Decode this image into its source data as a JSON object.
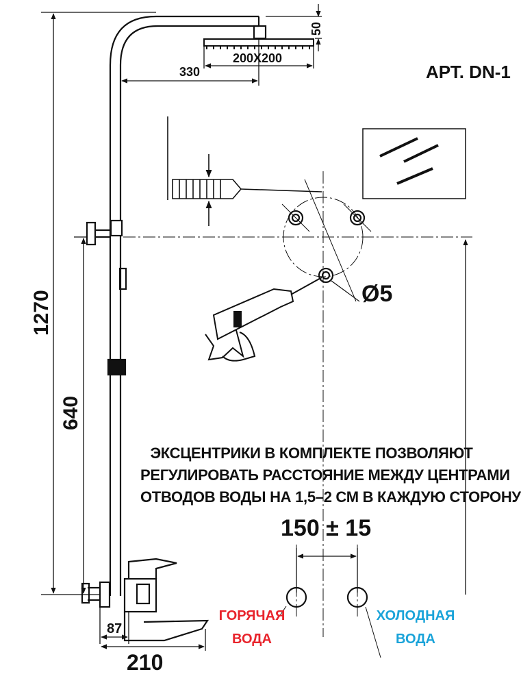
{
  "article": "АРТ. DN-1",
  "dimensions": {
    "head_height": "50",
    "head_size": "200X200",
    "arm_reach": "330",
    "total_height": "1270",
    "mixer_height": "640",
    "spout_depth": "87",
    "spout_length": "210",
    "drill_diameter": "Ø5",
    "center_distance": "150 ± 15"
  },
  "note": {
    "lines": [
      "ЭКСЦЕНТРИКИ В КОМПЛЕКТЕ ПОЗВОЛЯЮТ",
      "РЕГУЛИРОВАТЬ РАССТОЯНИЕ МЕЖДУ ЦЕНТРАМИ",
      "ОТВОДОВ ВОДЫ НА 1,5–2 СМ В КАЖДУЮ СТОРОНУ"
    ]
  },
  "outlets": {
    "hot": {
      "line1": "ГОРЯЧАЯ",
      "line2": "ВОДА",
      "color": "#e8242c"
    },
    "cold": {
      "line1": "ХОЛОДНАЯ",
      "line2": "ВОДА",
      "color": "#1aa3d9"
    }
  }
}
